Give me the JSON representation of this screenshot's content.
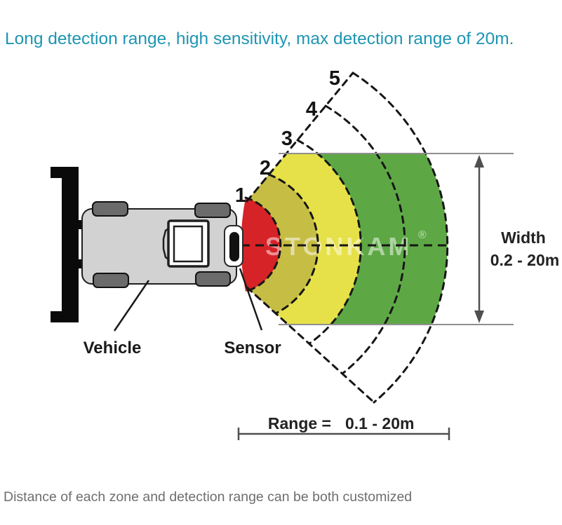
{
  "title": "Long detection range, high sensitivity, max detection range of 20m.",
  "caption": "Distance of each zone and detection range can be both customized",
  "watermark": {
    "text": "STONKAM",
    "reg": "®"
  },
  "labels": {
    "vehicle": "Vehicle",
    "sensor": "Sensor"
  },
  "width_dim": {
    "label": "Width",
    "value": "0.2 - 20m"
  },
  "range_dim": {
    "label": "Range =",
    "value": "0.1 - 20m"
  },
  "zones": [
    {
      "label": "1",
      "color": "#d62328"
    },
    {
      "label": "2",
      "color": "#c6bd44"
    },
    {
      "label": "3",
      "color": "#e6e148"
    },
    {
      "label": "4",
      "color": "#5da845"
    },
    {
      "label": "5",
      "color": "#5da845"
    }
  ],
  "colors": {
    "title_accent": "#1e95b2",
    "caption_gray": "#6e6e6e",
    "vehicle_body": "#d2d2d2",
    "measure_gray": "#8f8f8f"
  }
}
